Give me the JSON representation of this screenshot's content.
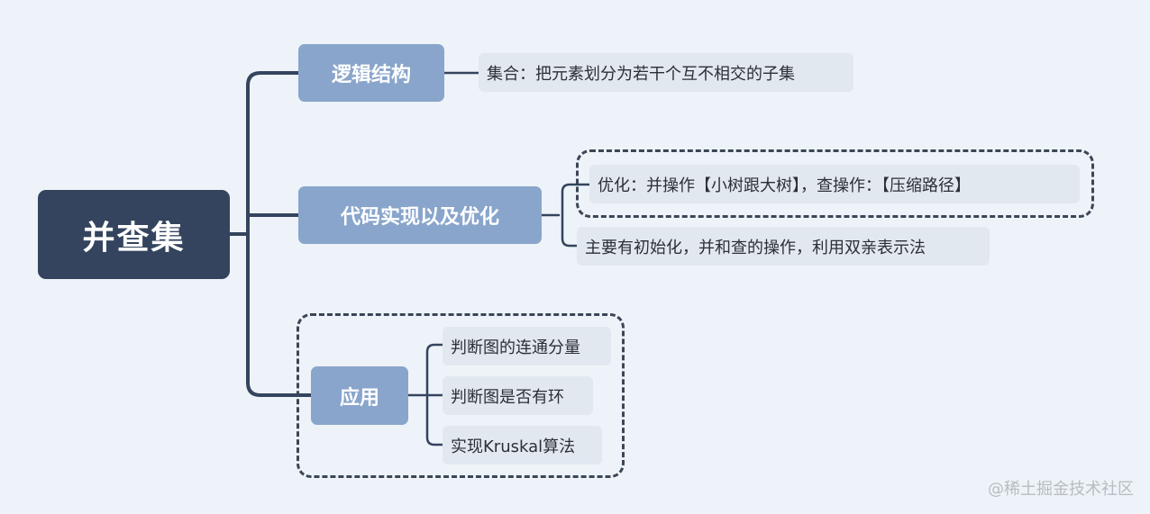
{
  "root": {
    "label": "并查集"
  },
  "branches": {
    "structure": {
      "label": "逻辑结构",
      "leaf": "集合：把元素划分为若干个互不相交的子集"
    },
    "implementation": {
      "label": "代码实现以及优化",
      "leaves": [
        "优化：并操作【小树跟大树】，查操作：【压缩路径】",
        "主要有初始化，并和查的操作，利用双亲表示法"
      ]
    },
    "application": {
      "label": "应用",
      "leaves": [
        "判断图的连通分量",
        "判断图是否有环",
        "实现Kruskal算法"
      ]
    }
  },
  "watermark": "@稀土掘金技术社区",
  "colors": {
    "background": "#edf3f8",
    "root": "#34445e",
    "branch": "#89a5cb",
    "leaf": "#e2e8f0",
    "connector": "#34445e"
  }
}
